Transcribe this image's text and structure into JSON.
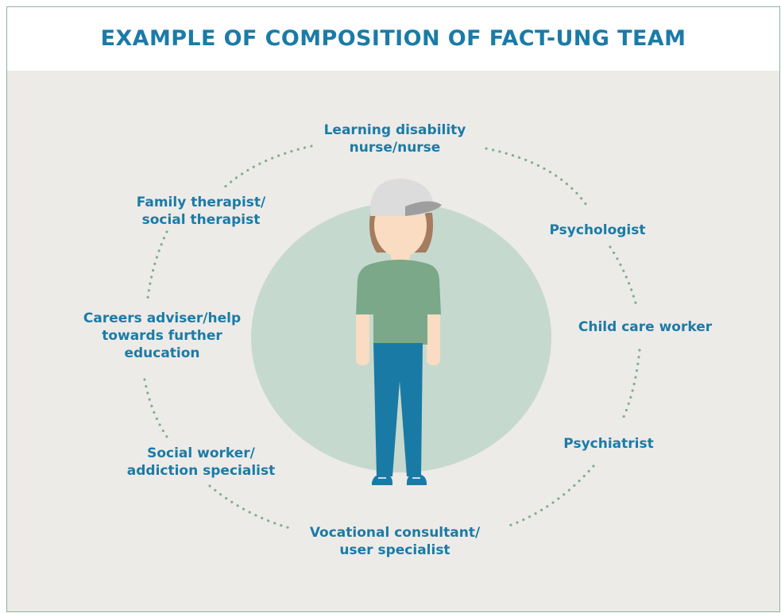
{
  "title": "EXAMPLE OF COMPOSITION OF FACT-UNG TEAM",
  "roles": {
    "nurse": "Learning disability\nnurse/nurse",
    "psychologist": "Psychologist",
    "child_care": "Child care worker",
    "psychiatrist": "Psychiatrist",
    "vocational": "Vocational consultant/\nuser specialist",
    "social_worker": "Social worker/\naddiction specialist",
    "careers": "Careers adviser/help\ntowards further\neducation",
    "family": "Family therapist/\nsocial therapist"
  },
  "colors": {
    "title": "#1b7ba7",
    "panel_bg": "#edebe7",
    "ellipse": "#c6d9ce",
    "dots": "#7fae94",
    "shirt": "#7aa889",
    "trousers": "#1a7aa6",
    "skin": "#f9dcc1",
    "hair": "#a47c5f",
    "cap": "#dcdcdc",
    "cap_brim": "#9e9e9e"
  }
}
